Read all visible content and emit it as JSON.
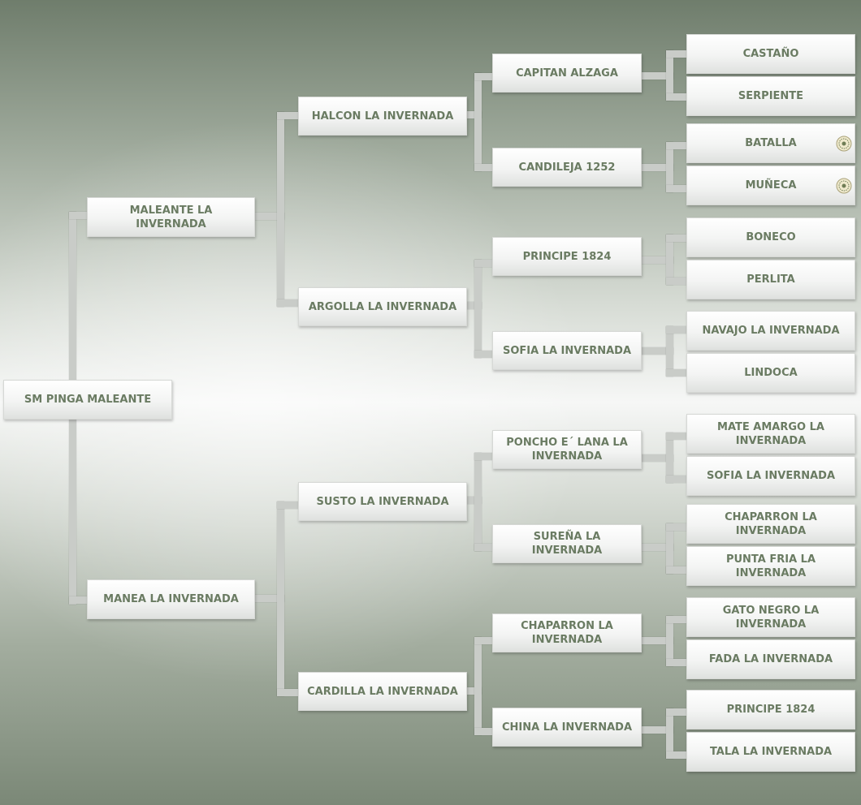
{
  "pedigree": {
    "subject": "SM PINGA MALEANTE",
    "sire": "MALEANTE LA INVERNADA",
    "dam": "MANEA LA INVERNADA",
    "sire_sire": "HALCON LA INVERNADA",
    "sire_dam": "ARGOLLA LA INVERNADA",
    "dam_sire": "SUSTO LA INVERNADA",
    "dam_dam": "CARDILLA LA INVERNADA",
    "gen3": [
      "CAPITAN ALZAGA",
      "CANDILEJA 1252",
      "PRINCIPE 1824",
      "SOFIA LA INVERNADA",
      "PONCHO E´ LANA LA INVERNADA",
      "SUREÑA LA INVERNADA",
      "CHAPARRON LA INVERNADA",
      "CHINA LA INVERNADA"
    ],
    "gen4": [
      "CASTAÑO",
      "SERPIENTE",
      "BATALLA",
      "MUÑECA",
      "BONECO",
      "PERLITA",
      "NAVAJO LA INVERNADA",
      "LINDOCA",
      "MATE AMARGO LA INVERNADA",
      "SOFIA LA INVERNADA",
      "CHAPARRON LA INVERNADA",
      "PUNTA FRIA LA INVERNADA",
      "GATO NEGRO LA INVERNADA",
      "FADA LA INVERNADA",
      "PRINCIPE 1824",
      "TALA LA INVERNADA"
    ]
  },
  "icons": {
    "award": "medal-icon"
  },
  "colors": {
    "text": "#6a7b62",
    "connector": "#c9ccc8"
  }
}
